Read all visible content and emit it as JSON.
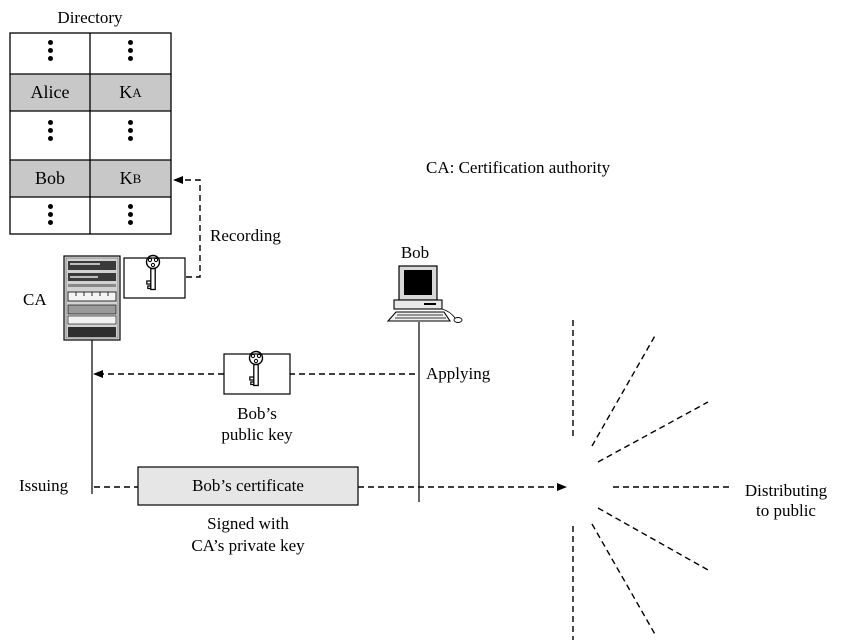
{
  "directory": {
    "title": "Directory",
    "rows": [
      {
        "name": "",
        "key": "",
        "key_sub": "",
        "dots": true,
        "shaded": false
      },
      {
        "name": "Alice",
        "key": "K",
        "key_sub": "A",
        "dots": false,
        "shaded": true
      },
      {
        "name": "",
        "key": "",
        "key_sub": "",
        "dots": true,
        "shaded": false
      },
      {
        "name": "Bob",
        "key": "K",
        "key_sub": "B",
        "dots": false,
        "shaded": true
      },
      {
        "name": "",
        "key": "",
        "key_sub": "",
        "dots": true,
        "shaded": false
      }
    ]
  },
  "legend": "CA: Certification authority",
  "labels": {
    "recording": "Recording",
    "ca": "CA",
    "bob": "Bob",
    "applying": "Applying",
    "bobs_public_key_line1": "Bob’s",
    "bobs_public_key_line2": "public key",
    "issuing": "Issuing",
    "certificate": "Bob’s certificate",
    "signed_line1": "Signed with",
    "signed_line2": "CA’s private key",
    "distributing_line1": "Distributing",
    "distributing_line2": "to public"
  },
  "colors": {
    "shade": "#c8c8c8",
    "certificate_fill": "#e6e6e6",
    "line": "#000000"
  },
  "icons": [
    "server-icon",
    "key-icon",
    "computer-icon"
  ]
}
